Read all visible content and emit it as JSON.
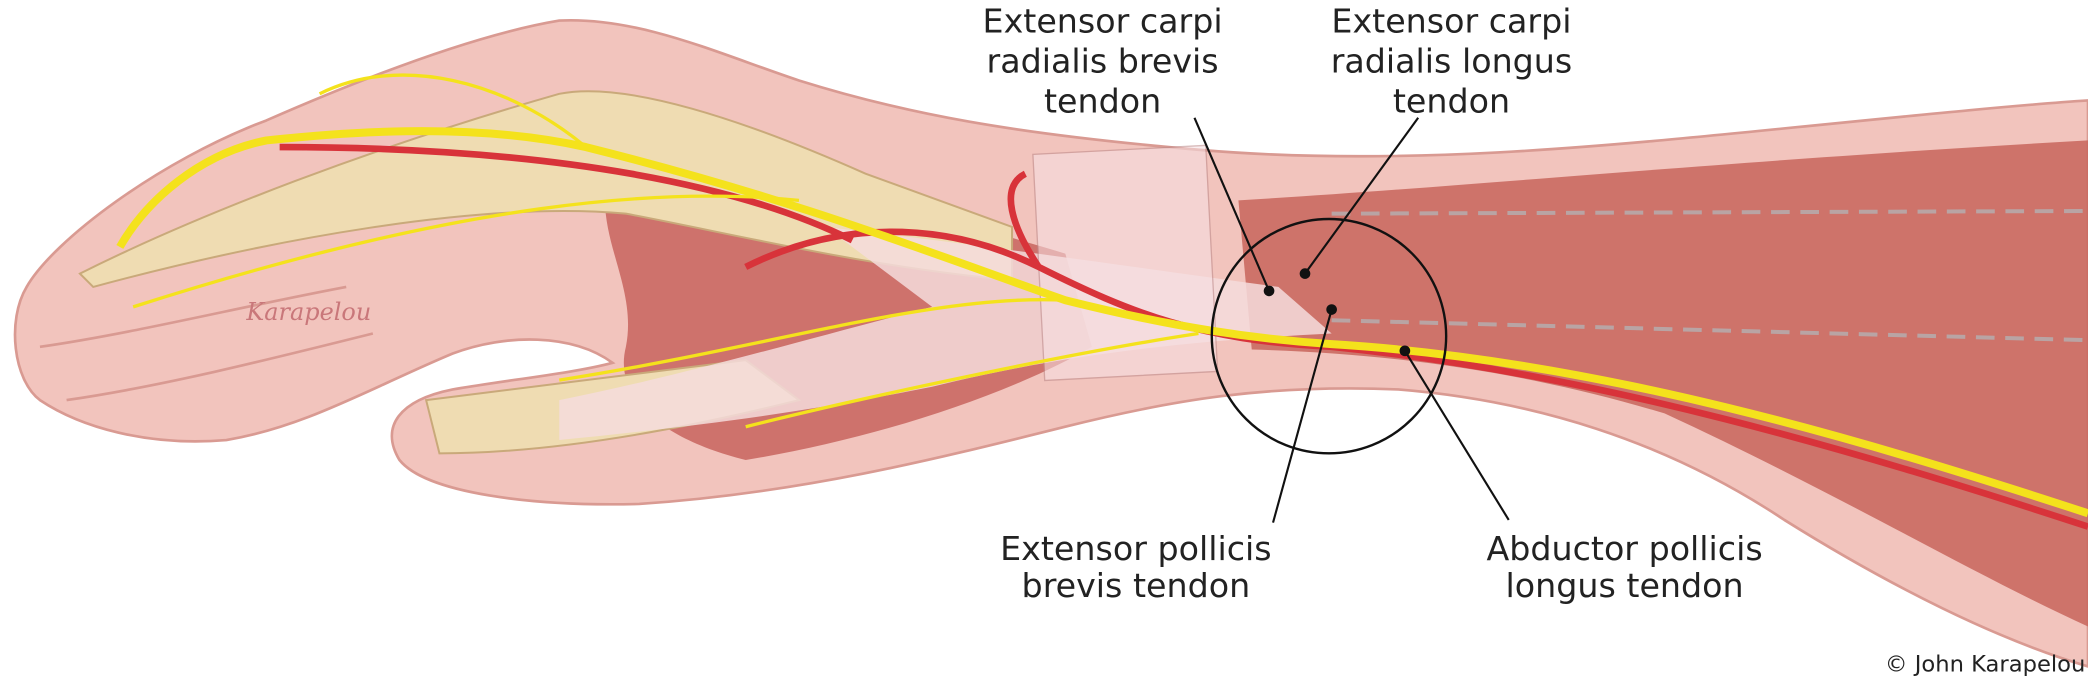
{
  "figure": {
    "signature": "Karapelou",
    "copyright": "© John Karapelou",
    "colors": {
      "skin": "#f2c4bd",
      "muscle": "#c8655c",
      "nerve": "#f4e21c",
      "artery": "#d8333a",
      "bone": "#efdcb2",
      "tendon": "#f5dcdc"
    }
  },
  "labels": {
    "ecrb": [
      "Extensor carpi",
      "radialis brevis",
      "tendon"
    ],
    "ecrl": [
      "Extensor carpi",
      "radialis longus",
      "tendon"
    ],
    "epb": [
      "Extensor pollicis",
      "brevis tendon"
    ],
    "apl": [
      "Abductor pollicis",
      "longus tendon"
    ]
  }
}
